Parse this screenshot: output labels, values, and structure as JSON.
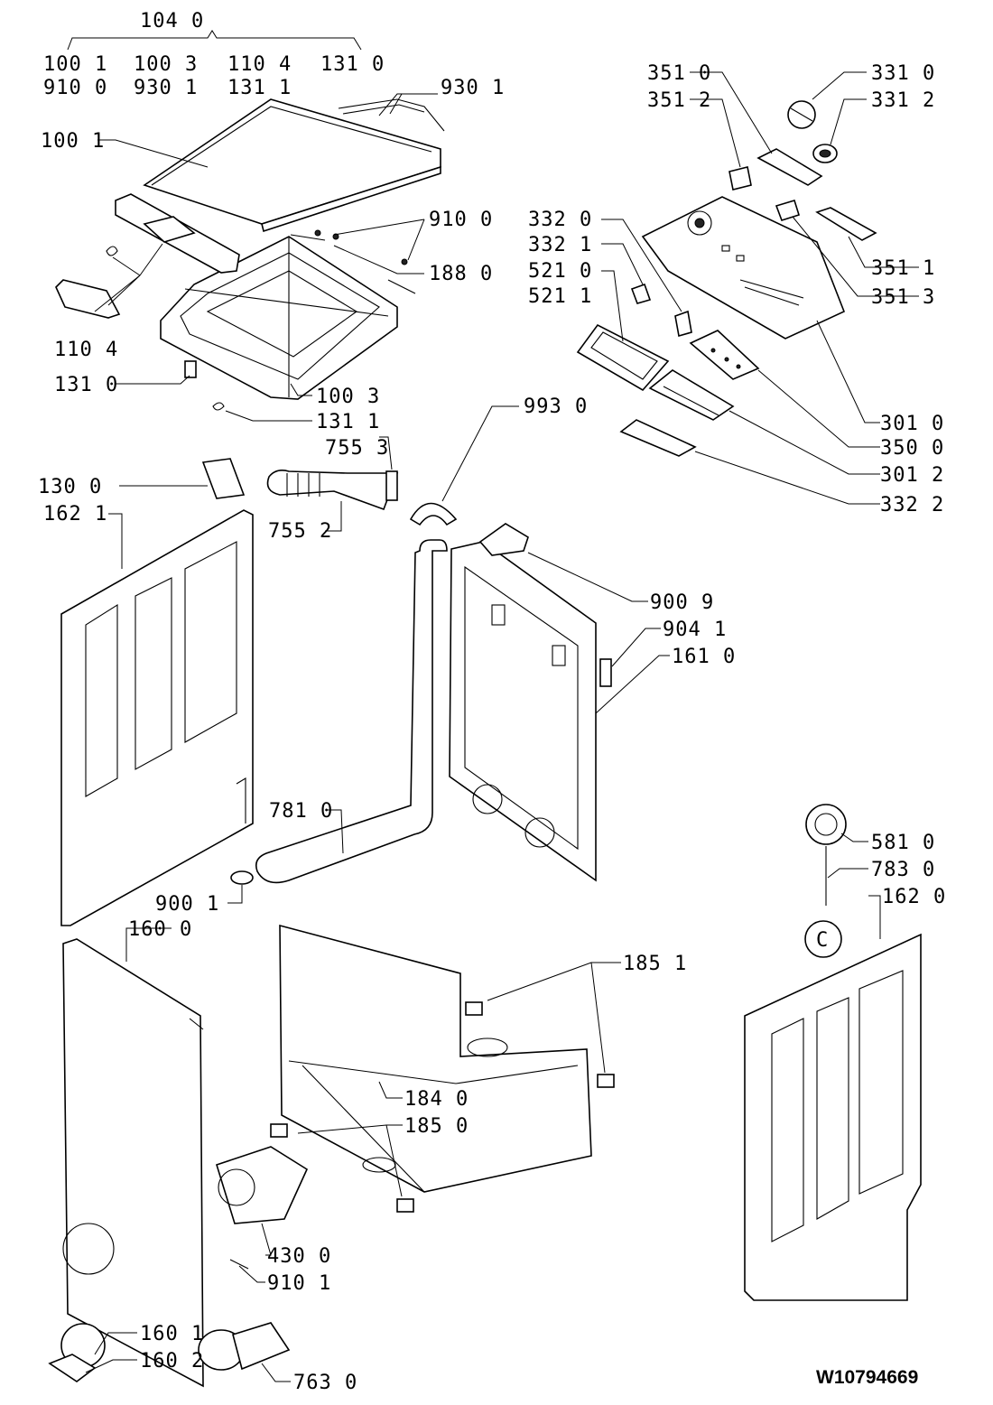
{
  "sheet": {
    "group_label": "104 0",
    "group_members": [
      [
        "100 1",
        "100 3",
        "110 4",
        "131 0"
      ],
      [
        "910 0",
        "930 1",
        "131 1"
      ]
    ],
    "document_number": "W10794669"
  },
  "callouts": {
    "p930_1": "930 1",
    "p100_1": "100 1",
    "p910_0": "910 0",
    "p188_0": "188 0",
    "p110_4": "110 4",
    "p131_0": "131 0",
    "p100_3": "100 3",
    "p131_1": "131 1",
    "p755_3": "755 3",
    "p130_0": "130 0",
    "p162_1": "162 1",
    "p755_2": "755 2",
    "p351_0": "351 0",
    "p351_2": "351 2",
    "p331_0": "331 0",
    "p331_2": "331 2",
    "p332_0": "332 0",
    "p332_1": "332 1",
    "p521_0": "521 0",
    "p521_1": "521 1",
    "p351_1": "351 1",
    "p351_3": "351 3",
    "p301_0": "301 0",
    "p350_0": "350 0",
    "p301_2": "301 2",
    "p332_2": "332 2",
    "p993_0": "993 0",
    "p900_9": "900 9",
    "p904_1": "904 1",
    "p161_0": "161 0",
    "p781_0": "781 0",
    "p900_1": "900 1",
    "p160_0": "160 0",
    "p581_0": "581 0",
    "p783_0": "783 0",
    "p162_0": "162 0",
    "p185_1": "185 1",
    "p184_0": "184 0",
    "p185_0": "185 0",
    "p430_0": "430 0",
    "p910_1": "910 1",
    "p160_1": "160 1",
    "p160_2": "160 2",
    "p763_0": "763 0"
  },
  "marker": "C"
}
